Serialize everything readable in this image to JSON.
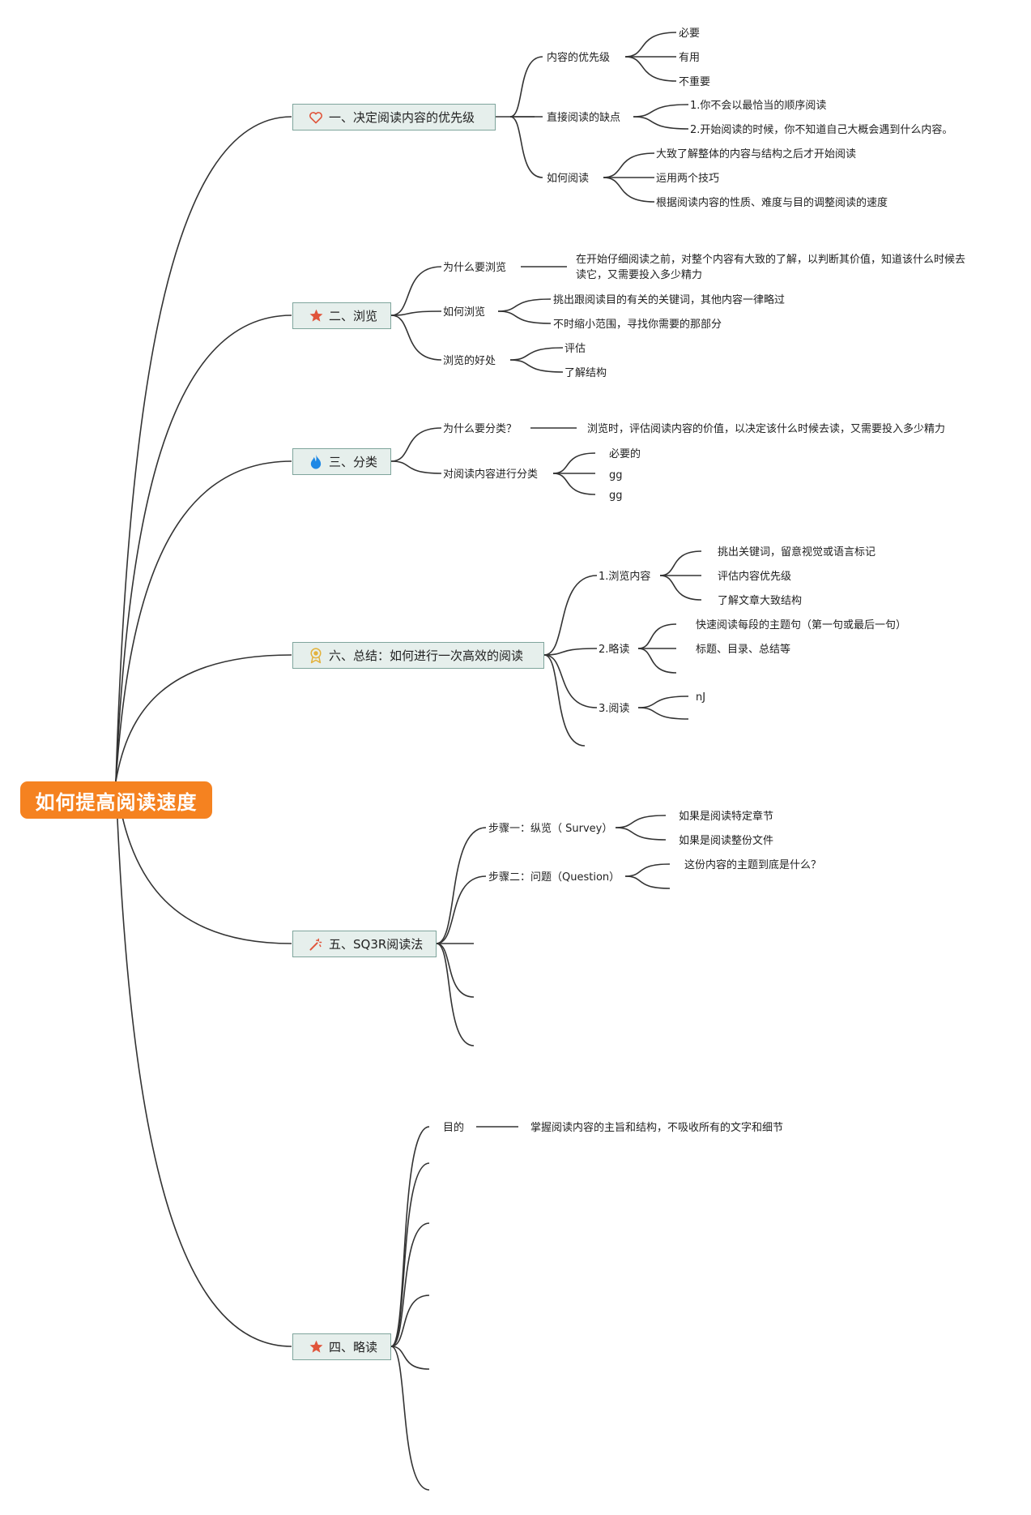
{
  "root": {
    "label": "如何提高阅读速度",
    "color": "#f58220"
  },
  "branches": [
    {
      "key": "b1",
      "label": "一、决定阅读内容的优先级",
      "icon": "heart-outline-icon"
    },
    {
      "key": "b2",
      "label": "二、浏览",
      "icon": "star-icon"
    },
    {
      "key": "b3",
      "label": "三、分类",
      "icon": "flame-icon"
    },
    {
      "key": "b6",
      "label": "六、总结：如何进行一次高效的阅读",
      "icon": "medal-icon"
    },
    {
      "key": "b5",
      "label": "五、SQ3R阅读法",
      "icon": "magic-wand-icon"
    },
    {
      "key": "b4",
      "label": "四、略读",
      "icon": "star-icon"
    }
  ],
  "nodes": {
    "b1_c1": "内容的优先级",
    "b1_c1_1": "必要",
    "b1_c1_2": "有用",
    "b1_c1_3": "不重要",
    "b1_c2": "直接阅读的缺点",
    "b1_c2_1": "1.你不会以最恰当的顺序阅读",
    "b1_c2_2": "2.开始阅读的时候，你不知道自己大概会遇到什么内容。",
    "b1_c3": "如何阅读",
    "b1_c3_1": "大致了解整体的内容与结构之后才开始阅读",
    "b1_c3_2": "运用两个技巧",
    "b1_c3_3": "根据阅读内容的性质、难度与目的调整阅读的速度",
    "b2_c1": "为什么要浏览",
    "b2_c1_1": "在开始仔细阅读之前，对整个内容有大致的了解，以判断其价值，知道该什么时候去读它，又需要投入多少精力",
    "b2_c2": "如何浏览",
    "b2_c2_1": "挑出跟阅读目的有关的关键词，其他内容一律略过",
    "b2_c2_2": "不时缩小范围，寻找你需要的那部分",
    "b2_c3": "浏览的好处",
    "b2_c3_1": "评估",
    "b2_c3_2": "了解结构",
    "b3_c1": "为什么要分类？",
    "b3_c1_1": "浏览时，评估阅读内容的价值，以决定该什么时候去读，又需要投入多少精力",
    "b3_c2": "对阅读内容进行分类",
    "b3_c2_1": "必要的",
    "b3_c2_2": "gg",
    "b3_c2_3": "gg",
    "b6_c1": "1.浏览内容",
    "b6_c1_1": "挑出关键词，留意视觉或语言标记",
    "b6_c1_2": "评估内容优先级",
    "b6_c1_3": "了解文章大致结构",
    "b6_c2": "2.略读",
    "b6_c2_1": "快速阅读每段的主题句（第一句或最后一句）",
    "b6_c2_2": "标题、目录、总结等",
    "b6_c3": "3.阅读",
    "b6_c3_1": "nJ",
    "b5_c1": "步骤一：纵览（ Survey）",
    "b5_c1_1": "如果是阅读特定章节",
    "b5_c1_2": "如果是阅读整份文件",
    "b5_c2": "步骤二：问题（Question）",
    "b5_c2_1": "这份内容的主题到底是什么？",
    "b4_c1": "目的",
    "b4_c1_1": "掌握阅读内容的主旨和结构，不吸收所有的文字和细节"
  },
  "colors": {
    "branch_fill": "#e6efec",
    "branch_border": "#7fa59c",
    "connector": "#333333",
    "icon_red": "#e0543a",
    "icon_blue": "#1e88e5",
    "icon_gold": "#e3b23c"
  }
}
